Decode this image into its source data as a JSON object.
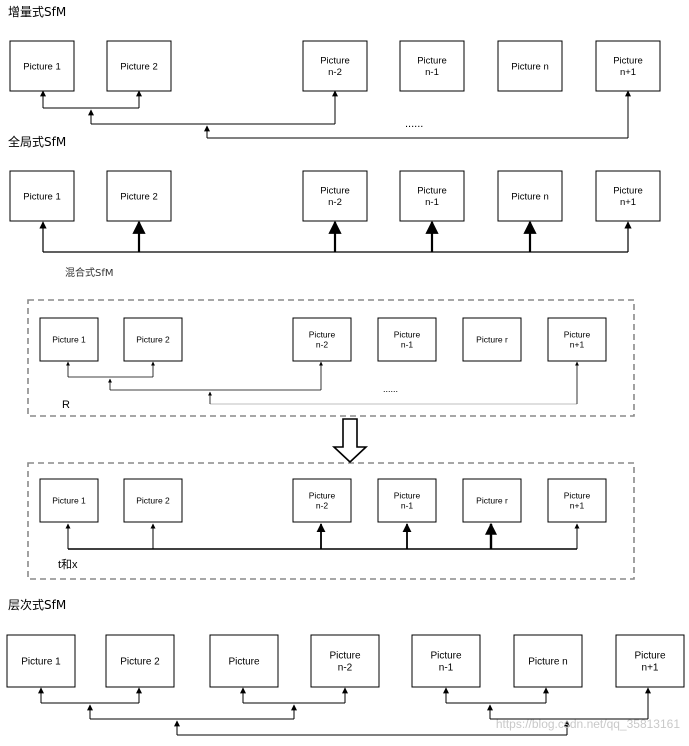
{
  "sections": {
    "incremental": {
      "title": "增量式SfM",
      "boxes": [
        "Picture 1",
        "Picture 2",
        "Picture\nn-2",
        "Picture\nn-1",
        "Picture n",
        "Picture\nn+1"
      ],
      "ellipsis": "......"
    },
    "global": {
      "title": "全局式SfM",
      "boxes": [
        "Picture 1",
        "Picture 2",
        "Picture\nn-2",
        "Picture\nn-1",
        "Picture n",
        "Picture\nn+1"
      ]
    },
    "hybrid": {
      "title": "混合式SfM",
      "top_boxes": [
        "Picture 1",
        "Picture 2",
        "Picture\nn-2",
        "Picture\nn-1",
        "Picture r",
        "Picture\nn+1"
      ],
      "top_label": "R",
      "ellipsis": "......",
      "bottom_boxes": [
        "Picture 1",
        "Picture 2",
        "Picture\nn-2",
        "Picture\nn-1",
        "Picture r",
        "Picture\nn+1"
      ],
      "bottom_label": "t和x"
    },
    "hierarchical": {
      "title": "层次式SfM",
      "boxes": [
        "Picture 1",
        "Picture 2",
        "Picture",
        "Picture\nn-2",
        "Picture\nn-1",
        "Picture n",
        "Picture\nn+1"
      ]
    }
  },
  "watermark": "https://blog.csdn.net/qq_35813161"
}
